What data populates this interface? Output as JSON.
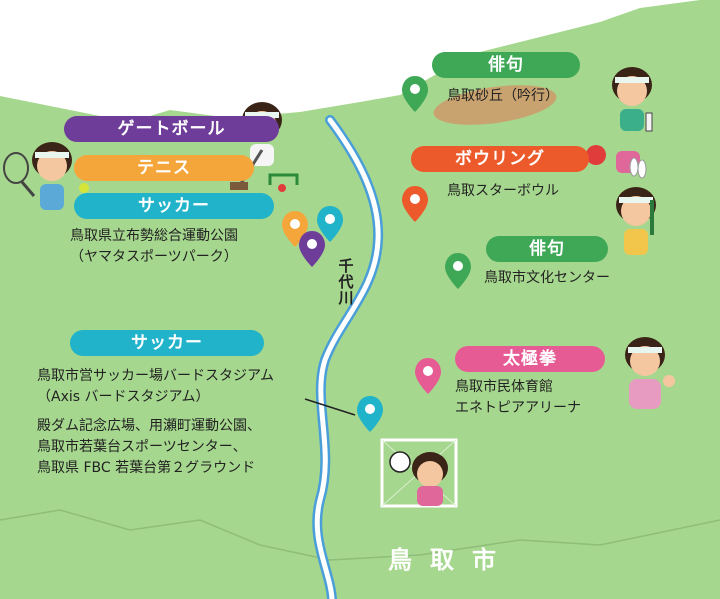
{
  "region_label": "鳥取市",
  "river_label": "千代川",
  "colors": {
    "land": "#a6d78e",
    "river": "#ffffff",
    "river_edge": "#4a9fd8",
    "dune": "#c9a36f",
    "gateball": "#6e3d9a",
    "tennis": "#f4a63b",
    "soccer": "#21b3c9",
    "haiku": "#3ea857",
    "bowling": "#ec5a2b",
    "taikyoku": "#e65b94"
  },
  "markers": [
    {
      "name": "ゲートボール",
      "label": "ゲートボール",
      "color_key": "gateball"
    },
    {
      "name": "テニス",
      "label": "テニス",
      "color_key": "tennis"
    },
    {
      "name": "サッカー",
      "label": "サッカー",
      "color_key": "soccer"
    },
    {
      "name": "俳句",
      "label": "俳句",
      "color_key": "haiku"
    },
    {
      "name": "ボウリング",
      "label": "ボウリング",
      "color_key": "bowling"
    },
    {
      "name": "俳句",
      "label": "俳句",
      "color_key": "haiku"
    },
    {
      "name": "サッカー",
      "label": "サッカー",
      "color_key": "soccer"
    },
    {
      "name": "太極拳",
      "label": "太極拳",
      "color_key": "taikyoku"
    }
  ],
  "venues": {
    "yamatas": [
      "鳥取県立布勢総合運動公園",
      "（ヤマタスポーツパーク）"
    ],
    "sakyu": "鳥取砂丘（吟行）",
    "star_bowl": "鳥取スターボウル",
    "bunka": "鳥取市文化センター",
    "bird_stadium": [
      "鳥取市営サッカー場バードスタジアム",
      "（Axis バードスタジアム）",
      "殿ダム記念広場、用瀬町運動公園、",
      "鳥取市若葉台スポーツセンター、",
      "鳥取県 FBC 若葉台第２グラウンド"
    ],
    "taiikukan": [
      "鳥取市民体育館",
      "エネトピアアリーナ"
    ]
  },
  "characters": [
    {
      "name": "mascot-tennis",
      "icon": "tennis-racket-icon"
    },
    {
      "name": "mascot-gateball",
      "icon": "gateball-mallet-icon"
    },
    {
      "name": "mascot-haiku-dune",
      "icon": "haiku-icon"
    },
    {
      "name": "mascot-bowling",
      "icon": "bowling-icon"
    },
    {
      "name": "mascot-haiku-culture",
      "icon": "brush-icon"
    },
    {
      "name": "mascot-taikyoku",
      "icon": "taichi-icon"
    },
    {
      "name": "mascot-soccer",
      "icon": "soccer-goal-icon"
    }
  ]
}
